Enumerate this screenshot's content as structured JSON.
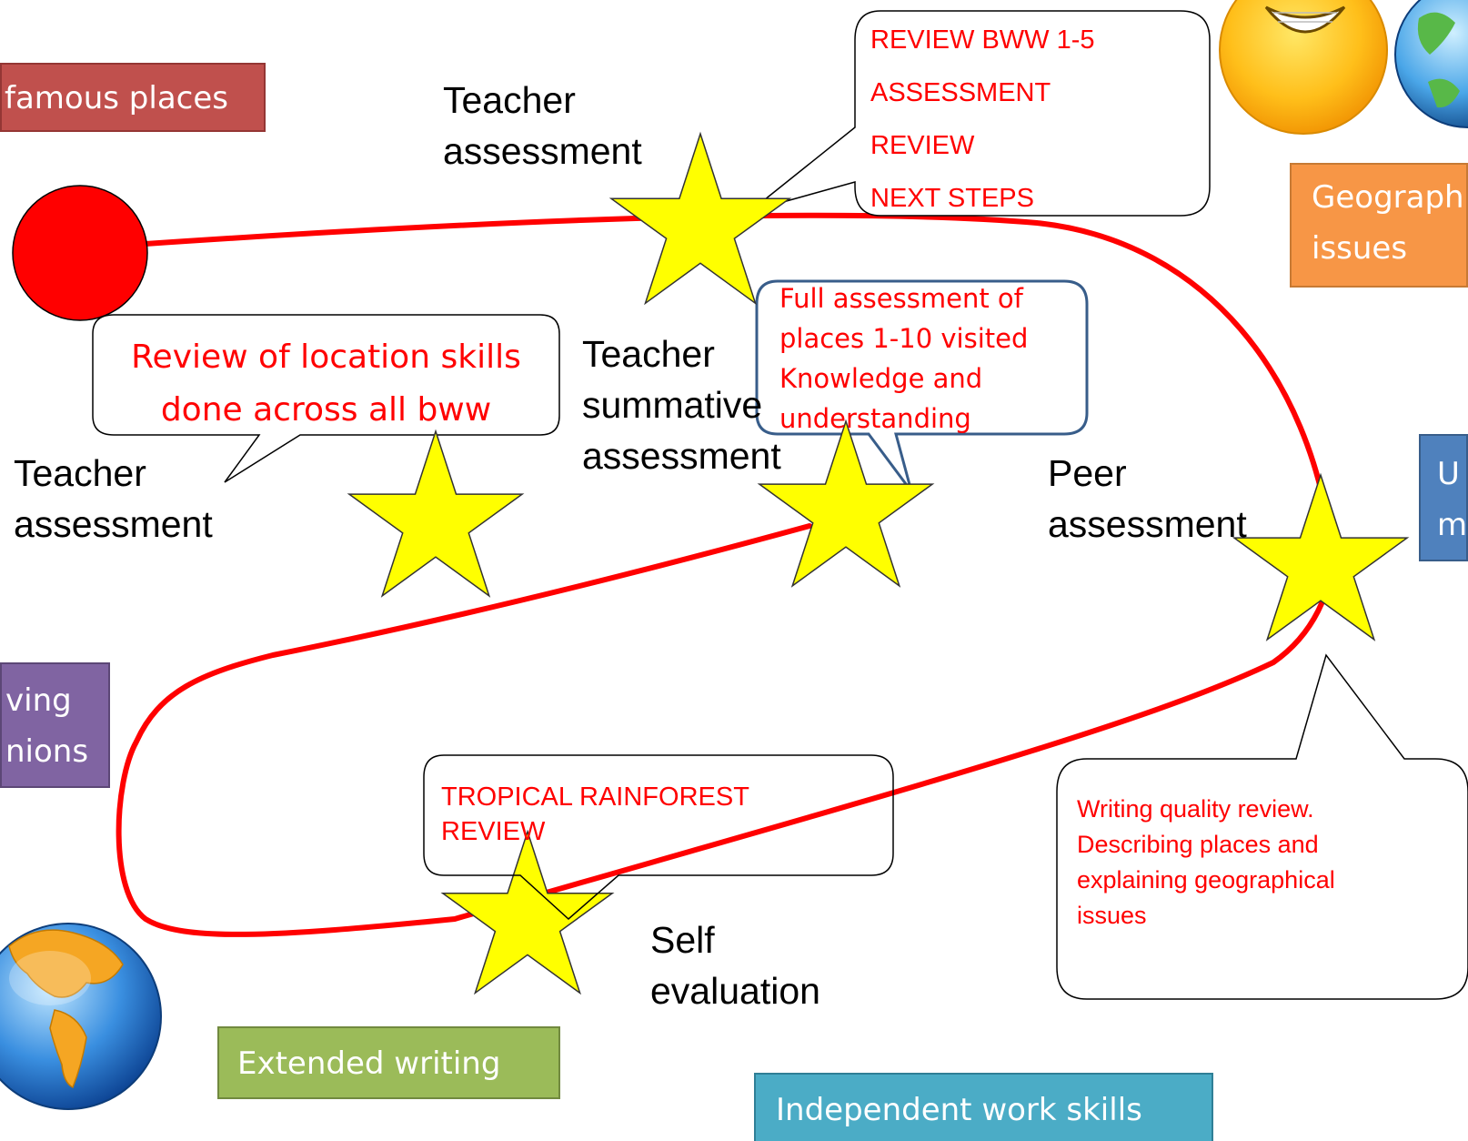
{
  "colors": {
    "path": "#ff0000",
    "star": "#ffff00",
    "callout_text": "#ff0000",
    "box_red": "#c0504d",
    "box_orange": "#f79646",
    "box_blue": "#4f81bd",
    "box_purple": "#8064a2",
    "box_green": "#9bbb59",
    "box_teal": "#4bacc6"
  },
  "icons": [
    "smiley-face-icon",
    "globe-icon"
  ],
  "boxes": {
    "famous_places": "famous places",
    "geography_line1": "Geograph",
    "geography_line2": "issues",
    "right_blue_line1": "U",
    "right_blue_line2": "m",
    "purple_line1": "ving",
    "purple_line2": "nions",
    "extended_writing": "Extended writing",
    "independent_work": "Independent work skills"
  },
  "labels": {
    "teacher_assessment_top_1": "Teacher",
    "teacher_assessment_top_2": "assessment",
    "teacher_summative_1": "Teacher",
    "teacher_summative_2": "summative",
    "teacher_summative_3": "assessment",
    "teacher_assessment_left_1": "Teacher",
    "teacher_assessment_left_2": "assessment",
    "peer_1": "Peer",
    "peer_2": "assessment",
    "self_1": "Self",
    "self_2": "evaluation"
  },
  "callouts": {
    "review_bww": [
      "REVIEW BWW 1-5",
      "ASSESSMENT",
      "REVIEW",
      "NEXT STEPS"
    ],
    "full_assessment": [
      "Full assessment of",
      "places 1-10 visited",
      "Knowledge and",
      "understanding"
    ],
    "location_skills": [
      "Review of location skills",
      "done across all bww"
    ],
    "rainforest": [
      "TROPICAL RAINFOREST",
      "REVIEW"
    ],
    "writing_quality": [
      "Writing quality review.",
      "Describing places and",
      "explaining geographical",
      "issues"
    ]
  }
}
